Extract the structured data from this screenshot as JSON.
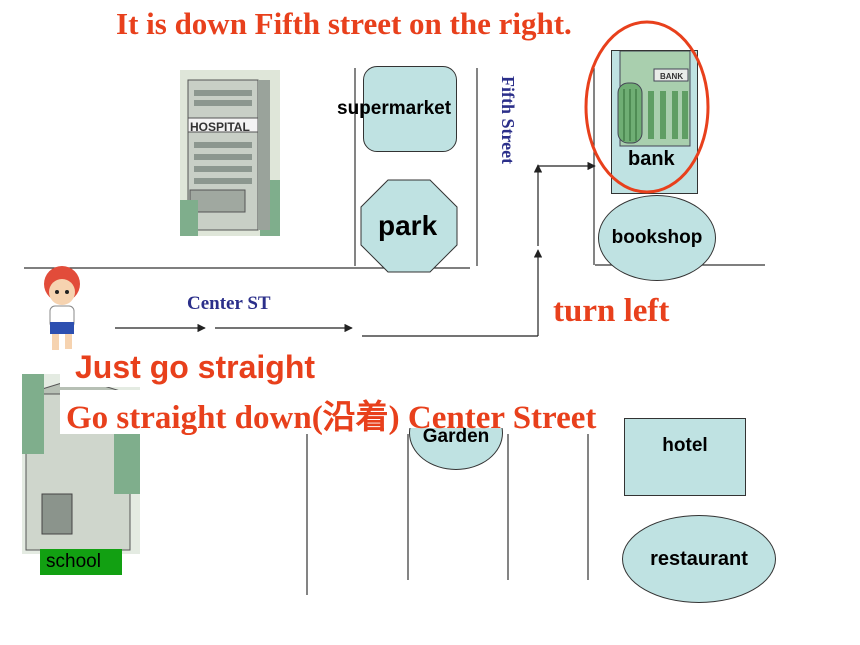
{
  "title": "It is down Fifth street on the right.",
  "labels": {
    "supermarket": "supermarket",
    "park": "park",
    "bank": "bank",
    "bank_sign": "BANK",
    "bookshop": "bookshop",
    "hospital": "HOSPITAL",
    "street_fifth": "Fifth  Street",
    "street_center": "Center ST",
    "turn_left": "turn left",
    "just_go": "Just go straight",
    "go_down": "Go straight down(沿着) Center Street",
    "garden": "Garden",
    "hotel": "hotel",
    "restaurant": "restaurant",
    "school": "school"
  },
  "colors": {
    "accent_red": "#e8401c",
    "street_label": "#2b2f8a",
    "place_fill": "#bfe2e2",
    "school_sign": "#12a012",
    "building_green": "#7fae8c"
  }
}
